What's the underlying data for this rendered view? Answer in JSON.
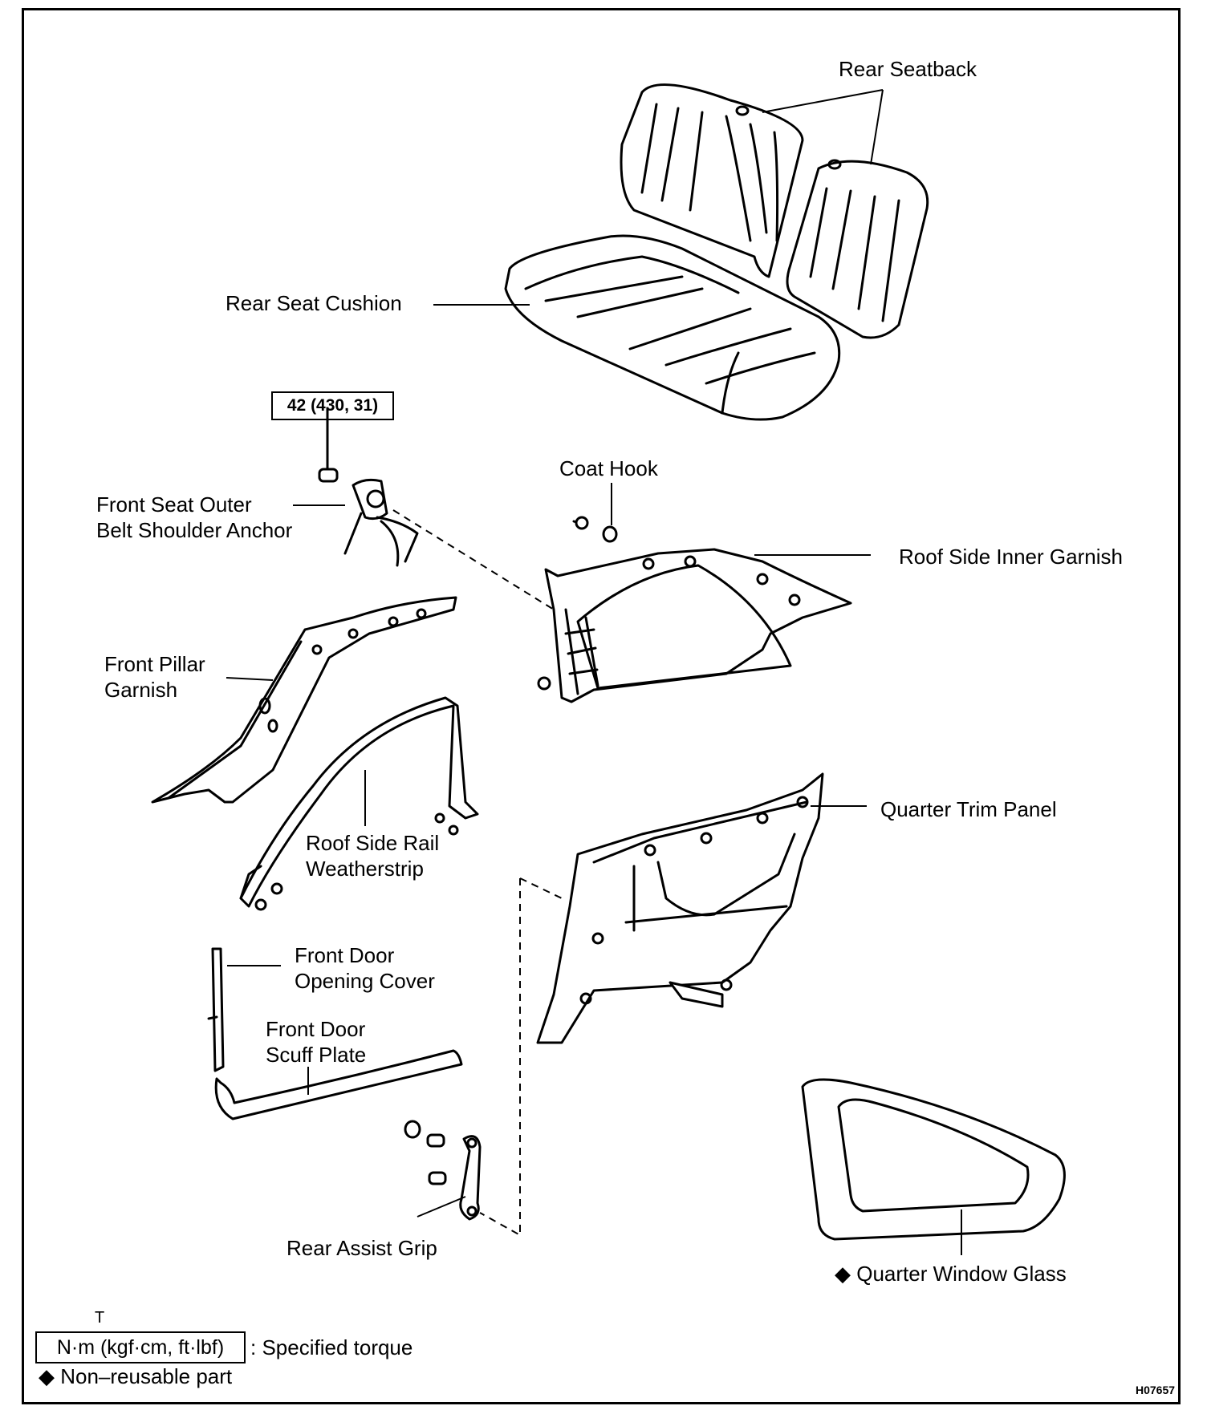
{
  "labels": {
    "rear_seatback": "Rear Seatback",
    "rear_seat_cushion": "Rear Seat Cushion",
    "coat_hook": "Coat Hook",
    "front_seat_outer_belt_shoulder_anchor": "Front Seat Outer\nBelt Shoulder Anchor",
    "roof_side_inner_garnish": "Roof Side Inner Garnish",
    "front_pillar_garnish": "Front Pillar\nGarnish",
    "quarter_trim_panel": "Quarter Trim Panel",
    "roof_side_rail_weatherstrip": "Roof Side Rail\nWeatherstrip",
    "front_door_opening_cover": "Front Door\nOpening Cover",
    "front_door_scuff_plate": "Front Door\nScuff Plate",
    "rear_assist_grip": "Rear Assist Grip",
    "quarter_window_glass": "Quarter Window Glass"
  },
  "torque_spec": "42 (430, 31)",
  "legend": {
    "t_mark": "T",
    "torque_unit": "N·m (kgf·cm, ft·lbf)",
    "torque_desc": ": Specified torque",
    "non_reusable": "Non–reusable part",
    "diamond": "◆"
  },
  "figure_code": "H07657",
  "colors": {
    "ink": "#000000",
    "paper": "#ffffff"
  }
}
